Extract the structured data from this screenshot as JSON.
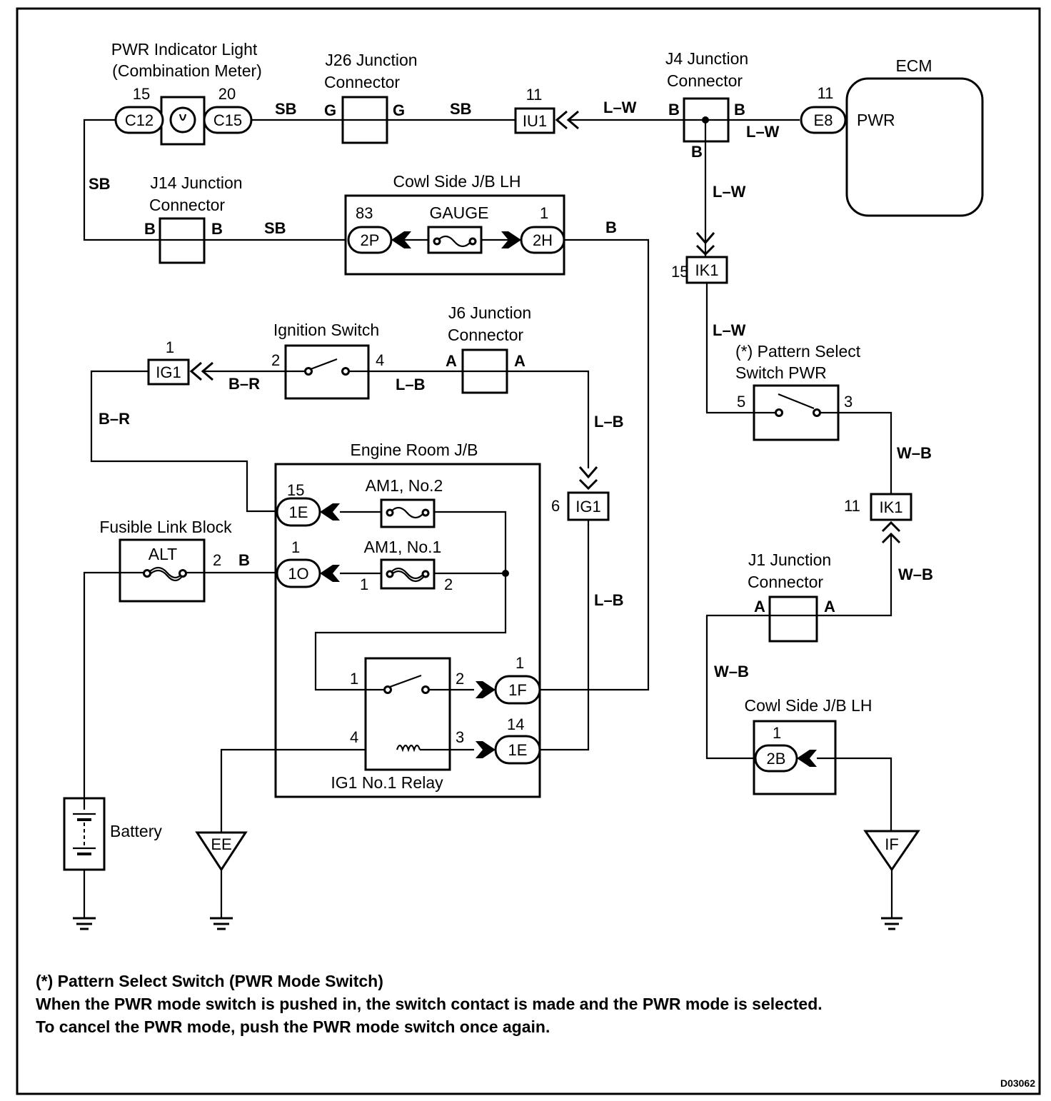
{
  "diagram_id": "D03062",
  "components": {
    "pwr_indicator": {
      "title_line1": "PWR Indicator Light",
      "title_line2": "(Combination Meter)",
      "pin_left": "15",
      "pin_right": "20",
      "conn_left": "C12",
      "conn_right": "C15"
    },
    "j26": {
      "title_line1": "J26 Junction",
      "title_line2": "Connector",
      "pin_left": "G",
      "pin_right": "G"
    },
    "iu1": {
      "pin": "11",
      "code": "IU1"
    },
    "j4": {
      "title_line1": "J4 Junction",
      "title_line2": "Connector",
      "pin_left": "B",
      "pin_right": "B",
      "pin_bottom": "B"
    },
    "ecm": {
      "title": "ECM",
      "pin": "11",
      "conn": "E8",
      "terminal": "PWR"
    },
    "j14": {
      "title_line1": "J14 Junction",
      "title_line2": "Connector",
      "pin_left": "B",
      "pin_right": "B"
    },
    "cowl_jb_top": {
      "title": "Cowl Side J/B LH",
      "fuse": "GAUGE",
      "pin_left": "83",
      "pin_right": "1",
      "conn_left": "2P",
      "conn_right": "2H"
    },
    "ik1_top": {
      "pin": "15",
      "code": "IK1"
    },
    "ignition_switch": {
      "title": "Ignition Switch",
      "pin_left": "2",
      "pin_right": "4"
    },
    "ig1_left": {
      "pin": "1",
      "code": "IG1"
    },
    "j6": {
      "title_line1": "J6 Junction",
      "title_line2": "Connector",
      "pin_left": "A",
      "pin_right": "A"
    },
    "pattern_switch": {
      "title_line1": "(*) Pattern Select",
      "title_line2": "Switch PWR",
      "pin_left": "5",
      "pin_right": "3"
    },
    "ig1_mid": {
      "pin": "6",
      "code": "IG1"
    },
    "ik1_bottom": {
      "pin": "11",
      "code": "IK1"
    },
    "engine_room_jb": {
      "title": "Engine Room J/B",
      "fuse_am1_no2": "AM1, No.2",
      "fuse_am1_no1": "AM1, No.1",
      "am1_no1_pin_left": "1",
      "am1_no1_pin_right": "2",
      "conn_1e_top": {
        "pin": "15",
        "code": "1E"
      },
      "conn_1o": {
        "pin": "1",
        "code": "1O"
      },
      "conn_1f": {
        "pin": "1",
        "code": "1F"
      },
      "conn_1e_bottom": {
        "pin": "14",
        "code": "1E"
      }
    },
    "relay": {
      "title": "IG1 No.1 Relay",
      "pin1": "1",
      "pin2": "2",
      "pin3": "3",
      "pin4": "4"
    },
    "fusible_link": {
      "title": "Fusible Link Block",
      "fuse": "ALT",
      "pin": "2"
    },
    "j1": {
      "title_line1": "J1 Junction",
      "title_line2": "Connector",
      "pin_left": "A",
      "pin_right": "A"
    },
    "cowl_jb_bottom": {
      "title": "Cowl Side J/B LH",
      "pin": "1",
      "conn": "2B"
    },
    "battery": {
      "title": "Battery"
    },
    "ground_ee": {
      "code": "EE"
    },
    "ground_if": {
      "code": "IF"
    }
  },
  "wire_colors": {
    "sb_top_left": "SB",
    "sb_top_mid": "SB",
    "lw_top": "L–W",
    "lw_ecm": "L–W",
    "sb_left_vert": "SB",
    "sb_j14": "SB",
    "b_gauge": "B",
    "lw_vert1": "L–W",
    "lw_vert2": "L–W",
    "br_ign": "B–R",
    "br_left": "B–R",
    "lb_ign": "L–B",
    "lb_right1": "L–B",
    "lb_right2": "L–B",
    "b_alt": "B",
    "wb_1": "W–B",
    "wb_2": "W–B",
    "wb_3": "W–B"
  },
  "notes": {
    "line1": "(*) Pattern Select Switch (PWR Mode Switch)",
    "line2": "When the PWR mode switch is pushed in, the switch contact is made and the PWR mode is selected.",
    "line3": "To cancel the PWR mode, push the PWR mode switch once again."
  }
}
